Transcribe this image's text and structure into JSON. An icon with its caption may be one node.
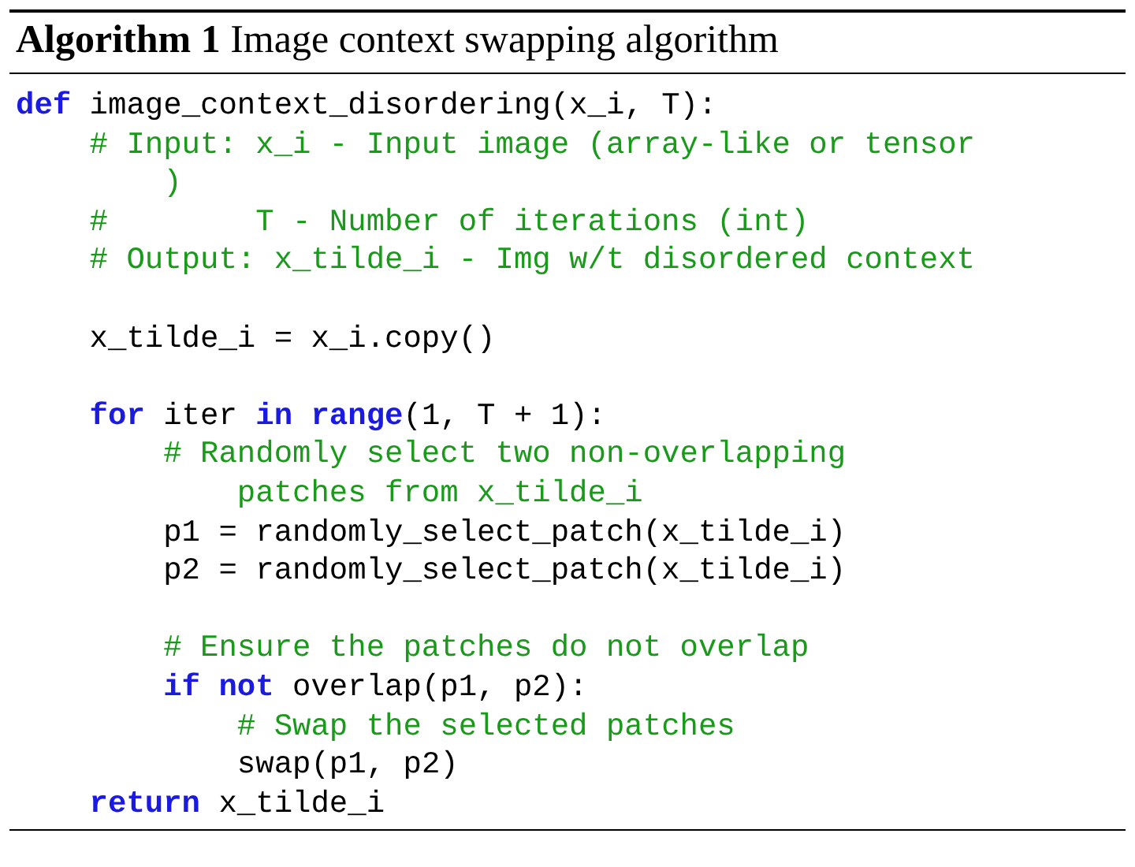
{
  "diagram": {
    "title": "**Algorithm 1** Image context swapping algorithm",
    "labels": [
      "**def** image_context_disordering(x_i, T):",
      "# Input: x_i - Input image (array-like or tensor )",
      "#        T - Number of iterations (int)",
      "# Output: x_tilde_i - Img w/t disordered context",
      "x_tilde_i = x_i.copy()",
      "**for** iter **in** **range**(1, T + 1):",
      "# Randomly select two non-overlapping patches from x_tilde_i",
      "p1 = randomly_select_patch(x_tilde_i)",
      "p2 = randomly_select_patch(x_tilde_i)",
      "# Ensure the patches do not overlap",
      "**if not** overlap(p1, p2):",
      "# Swap the selected patches",
      "swap(p1, p2)",
      "**return** x_tilde_i"
    ]
  }
}
